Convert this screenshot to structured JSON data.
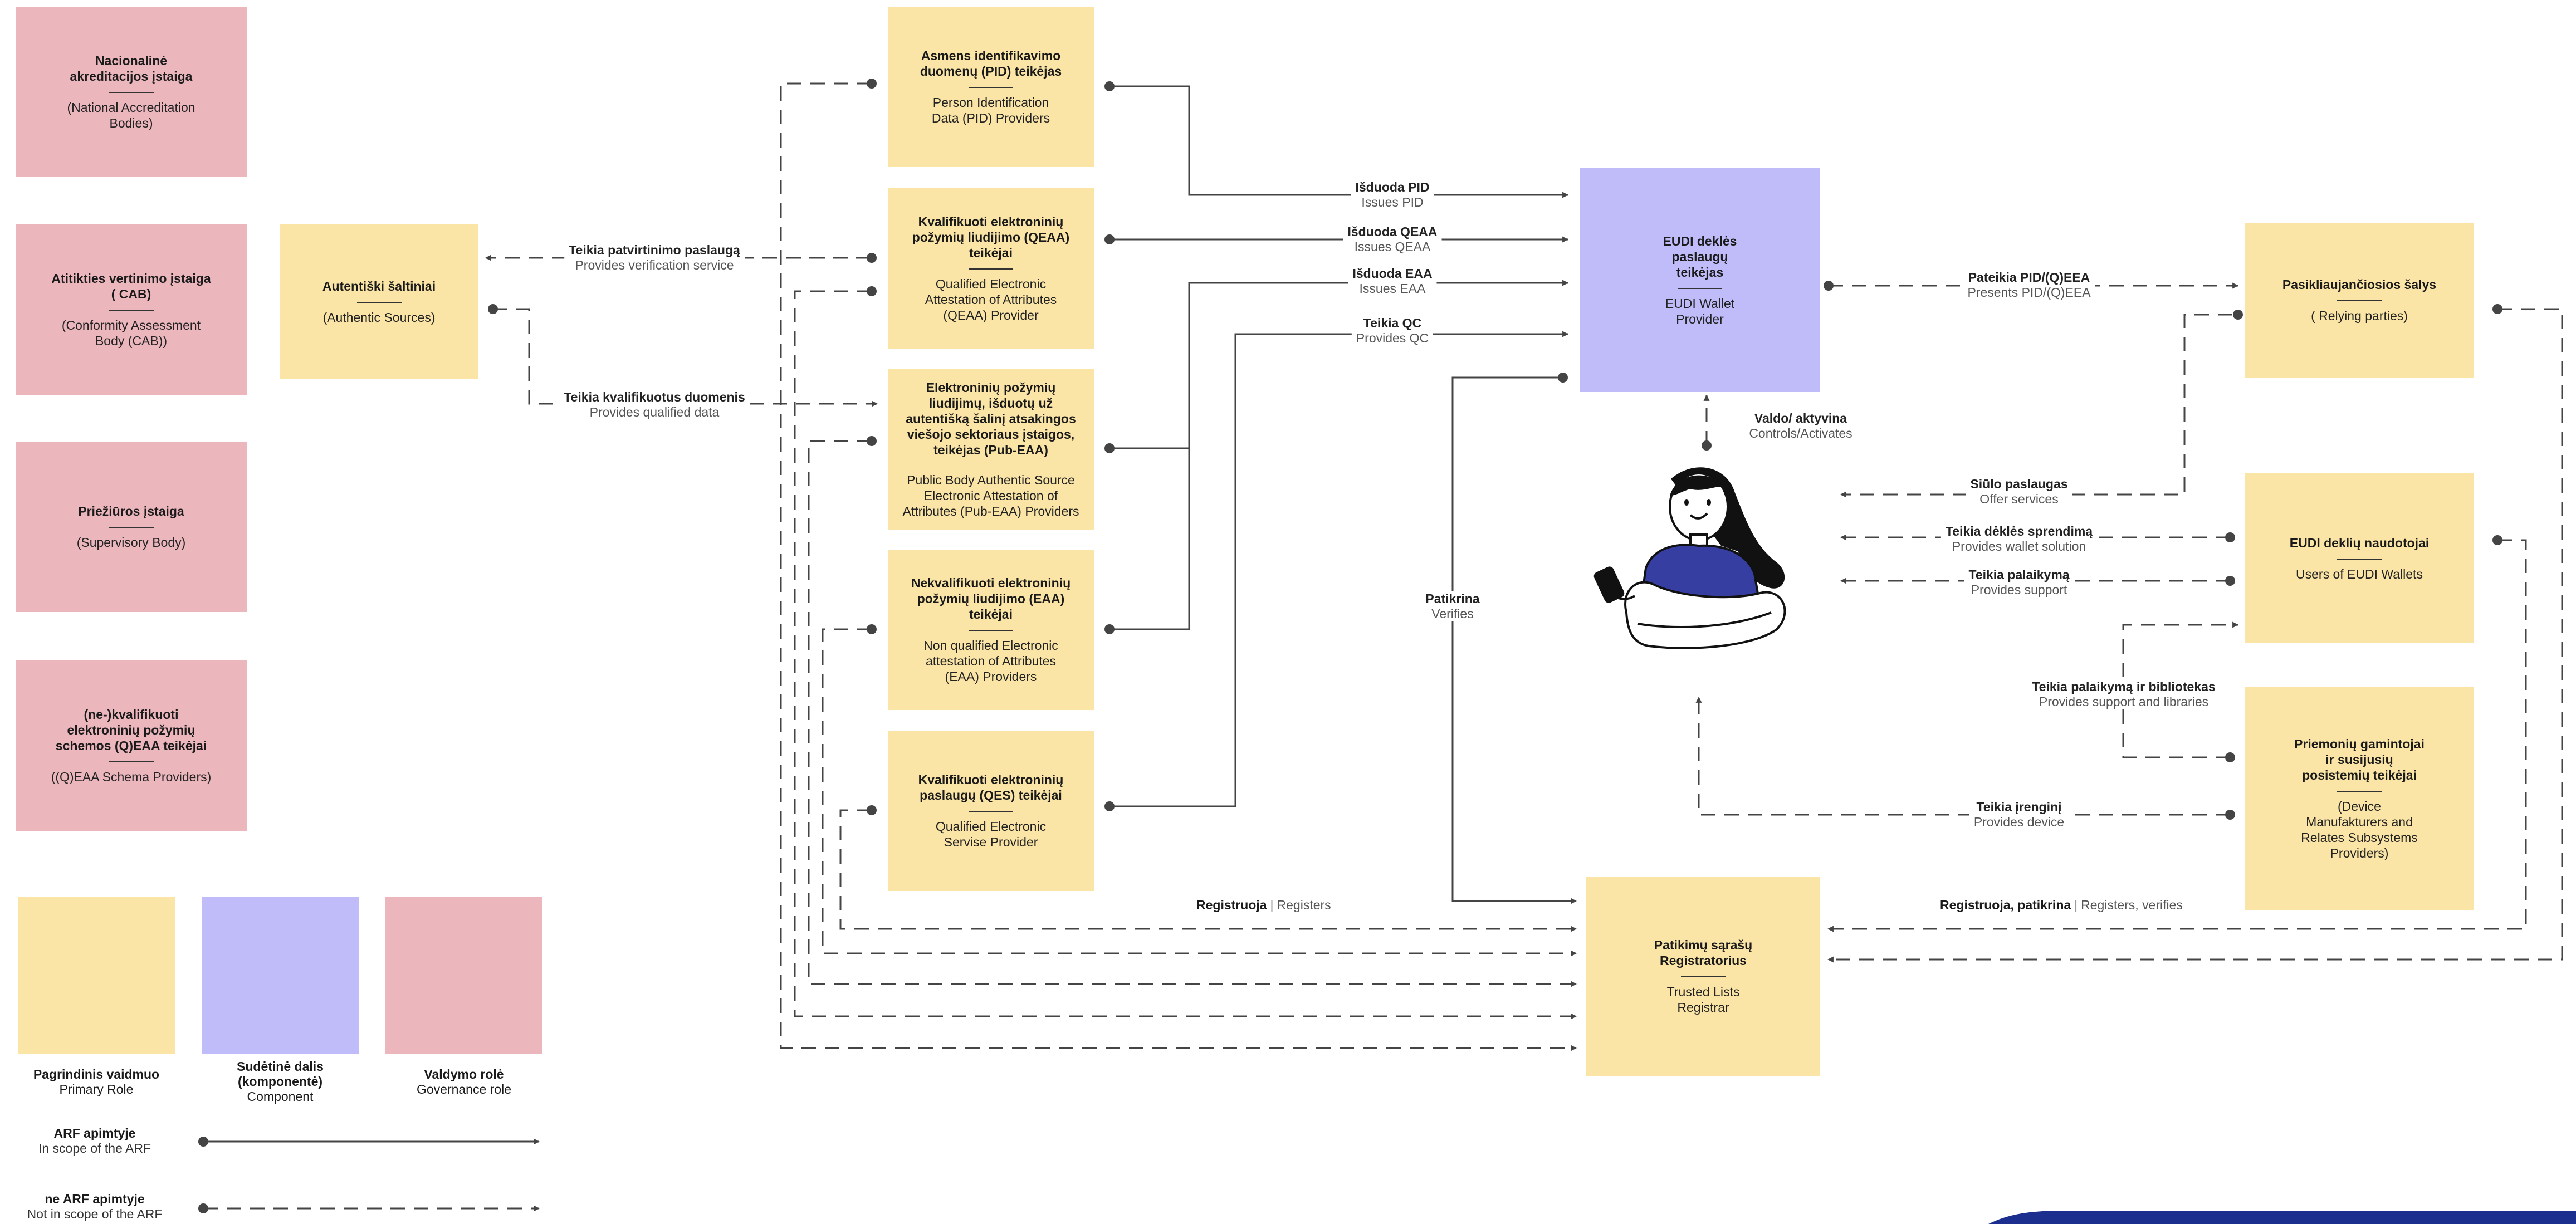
{
  "colors": {
    "primary_role": "#fbe5a6",
    "component": "#c0bcfa",
    "governance_role": "#ecb6bd",
    "line": "#444444"
  },
  "boxes": {
    "nab": {
      "title": "Nacionalinė\nakreditacijos įstaiga",
      "desc": "(National Accreditation\nBodies)"
    },
    "cab": {
      "title": "Atitikties vertinimo įstaiga\n( CAB)",
      "desc": "(Conformity Assessment\nBody (CAB))"
    },
    "sup": {
      "title": "Priežiūros įstaiga",
      "desc": "(Supervisory Body)"
    },
    "schema": {
      "title": "(ne-)kvalifikuoti\nelektroninių požymių\nschemos (Q)EAA teikėjai",
      "desc": "((Q)EAA Schema Providers)"
    },
    "auth": {
      "title": "Autentiški šaltiniai",
      "desc": "(Authentic Sources)"
    },
    "pid": {
      "title": "Asmens identifikavimo\nduomenų (PID) teikėjas",
      "desc": "Person Identification\nData (PID) Providers"
    },
    "qeaa": {
      "title": "Kvalifikuoti elektroninių\npožymių liudijimo (QEAA)\nteikėjai",
      "desc": "Qualified Electronic\nAttestation of Attributes\n(QEAA) Provider"
    },
    "pubeaa": {
      "title": "Elektroninių požymių\nliudijimų, išduotų už\nautentišką šalinį atsakingos\nviešojo sektoriaus įstaigos,\nteikėjas (Pub-EAA)",
      "desc": "Public Body Authentic Source\nElectronic Attestation of\nAttributes (Pub-EAA) Providers"
    },
    "eaa": {
      "title": "Nekvalifikuoti elektroninių\npožymių liudijimo (EAA)\nteikėjai",
      "desc": "Non qualified Electronic\nattestation of Attributes\n(EAA) Providers"
    },
    "qes": {
      "title": "Kvalifikuoti elektroninių\npaslaugų (QES) teikėjai",
      "desc": "Qualified Electronic\nServise Provider"
    },
    "wallet": {
      "title": "EUDI deklės\npaslaugų\nteikėjas",
      "desc": "EUDI Wallet\nProvider"
    },
    "trusted": {
      "title": "Patikimų sąrašų\nRegistratorius",
      "desc": "Trusted Lists\nRegistrar"
    },
    "rp": {
      "title": "Pasikliaujančiosios šalys",
      "desc": "( Relying parties)"
    },
    "users": {
      "title": "EUDI deklių naudotojai",
      "desc": "Users of EUDI Wallets"
    },
    "device": {
      "title": "Priemonių gamintojai\nir susijusių\nposistemių teikėjai",
      "desc": "(Device\nManufakturers and\nRelates Subsystems\nProviders)"
    }
  },
  "edges": {
    "verif_service": {
      "lt": "Teikia patvirtinimo paslaugą",
      "en": "Provides verification service"
    },
    "qual_data": {
      "lt": "Teikia kvalifikuotus duomenis",
      "en": "Provides qualified data"
    },
    "issues_pid": {
      "lt": "Išduoda PID",
      "en": "Issues PID"
    },
    "issues_qeaa": {
      "lt": "Išduoda QEAA",
      "en": "Issues QEAA"
    },
    "issues_eaa": {
      "lt": "Išduoda EAA",
      "en": "Issues EAA"
    },
    "provides_qc": {
      "lt": "Teikia QC",
      "en": "Provides QC"
    },
    "presents": {
      "lt": "Pateikia PID/(Q)EEA",
      "en": "Presents PID/(Q)EEA"
    },
    "controls": {
      "lt": "Valdo/ aktyvina",
      "en": "Controls/Activates"
    },
    "verifies": {
      "lt": "Patikrina",
      "en": "Verifies"
    },
    "offer": {
      "lt": "Siūlo paslaugas",
      "en": "Offer services"
    },
    "wallet_solution": {
      "lt": "Teikia dėklės sprendimą",
      "en": "Provides wallet solution"
    },
    "support": {
      "lt": "Teikia palaikymą",
      "en": "Provides support"
    },
    "support_libs": {
      "lt": "Teikia palaikymą ir bibliotekas",
      "en": "Provides support and libraries"
    },
    "device": {
      "lt": "Teikia įrenginį",
      "en": "Provides device"
    },
    "registers": {
      "lt": "Registruoja",
      "en": "Registers"
    },
    "registers_verifies": {
      "lt": "Registruoja, patikrina",
      "en": "Registers, verifies"
    }
  },
  "legend": {
    "primary": {
      "lt": "Pagrindinis vaidmuo",
      "en": "Primary Role"
    },
    "component": {
      "lt": "Sudėtinė dalis\n(komponentė)",
      "en": "Component"
    },
    "governance": {
      "lt": "Valdymo rolė",
      "en": "Governance role"
    },
    "in_scope": {
      "lt": "ARF apimtyje",
      "en": "In scope of the ARF"
    },
    "out_scope": {
      "lt": "ne ARF apimtyje",
      "en": "Not in scope of the ARF"
    }
  }
}
